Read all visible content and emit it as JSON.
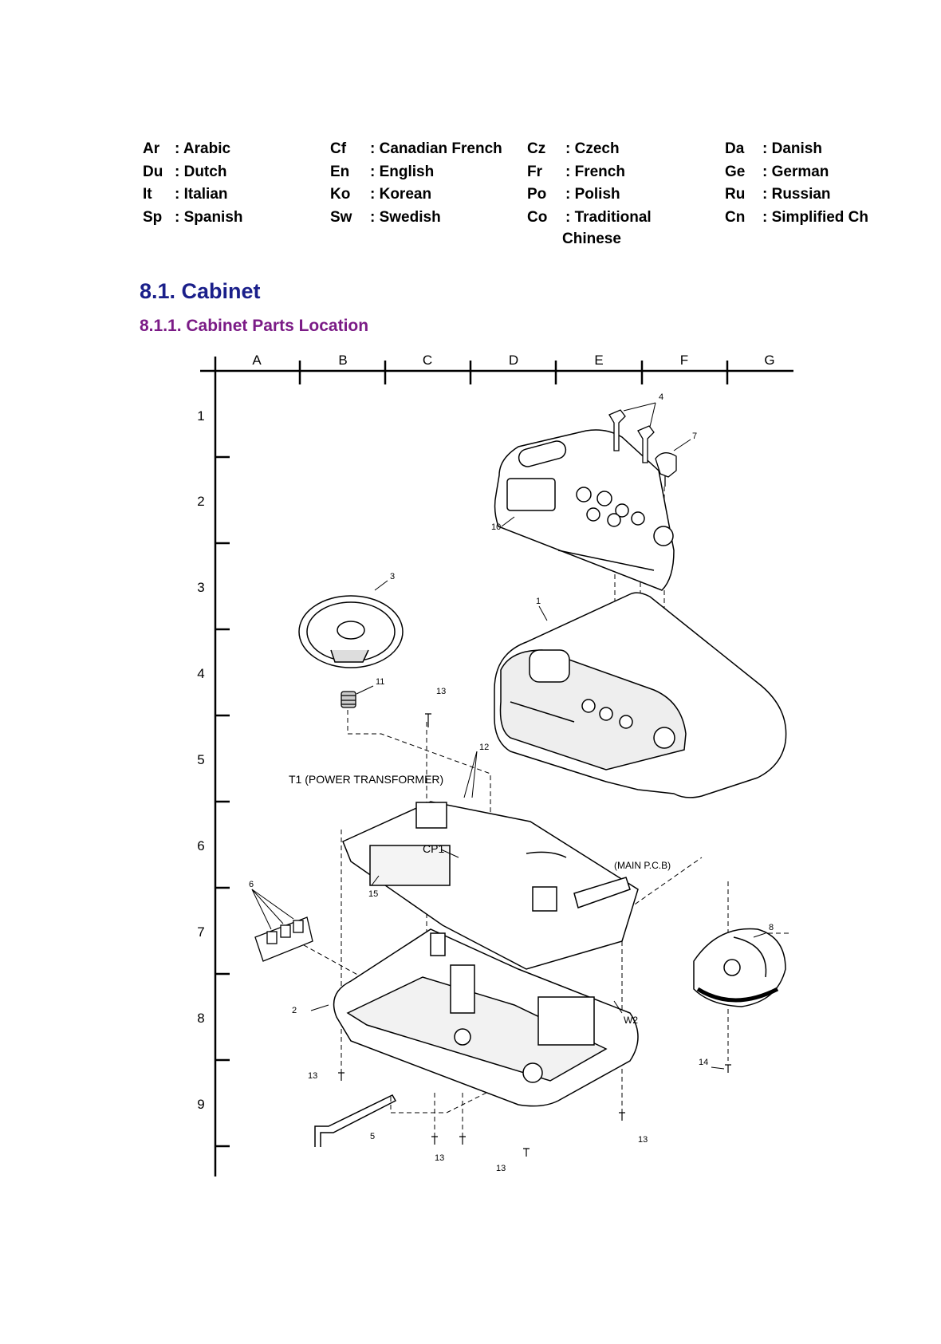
{
  "languages": [
    {
      "code": "Ar",
      "name": ": Arabic"
    },
    {
      "code": "Cf",
      "name": ": Canadian French"
    },
    {
      "code": "Cz",
      "name": ": Czech"
    },
    {
      "code": "Da",
      "name": ": Danish"
    },
    {
      "code": "Du",
      "name": ": Dutch"
    },
    {
      "code": "En",
      "name": ": English"
    },
    {
      "code": "Fr",
      "name": ": French"
    },
    {
      "code": "Ge",
      "name": ": German"
    },
    {
      "code": "It",
      "name": ": Italian"
    },
    {
      "code": "Ko",
      "name": ": Korean"
    },
    {
      "code": "Po",
      "name": ": Polish"
    },
    {
      "code": "Ru",
      "name": ": Russian"
    },
    {
      "code": "Sp",
      "name": ": Spanish"
    },
    {
      "code": "Sw",
      "name": ": Swedish"
    },
    {
      "code": "Co",
      "name": ": Traditional",
      "name2": "Chinese"
    },
    {
      "code": "Cn",
      "name": ": Simplified Ch"
    }
  ],
  "section_title": "8.1. Cabinet",
  "subsection_title": "8.1.1. Cabinet Parts Location",
  "grid": {
    "columns": [
      "A",
      "B",
      "C",
      "D",
      "E",
      "F",
      "G"
    ],
    "rows": [
      "1",
      "2",
      "3",
      "4",
      "5",
      "6",
      "7",
      "8",
      "9"
    ]
  },
  "part_labels": {
    "p1": "1",
    "p2": "2",
    "p3": "3",
    "p4": "4",
    "p5": "5",
    "p6": "6",
    "p7": "7",
    "p8": "8",
    "p10": "10",
    "p11": "11",
    "p12": "12",
    "p13a": "13",
    "p13b": "13",
    "p13c": "13",
    "p13d": "13",
    "p13e": "13",
    "p14": "14",
    "p15": "15",
    "t1": "T1 (POWER TRANSFORMER)",
    "cp1": "CP1",
    "main_pcb": "(MAIN P.C.B)",
    "w2": "W2"
  }
}
